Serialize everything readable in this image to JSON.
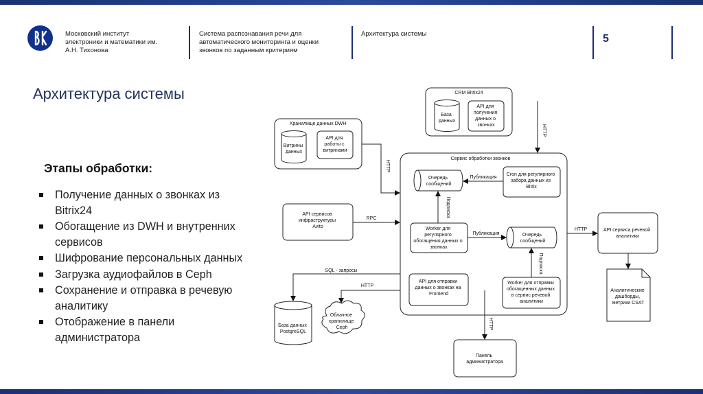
{
  "header": {
    "institute": [
      "Московский институт",
      "электроники и математики им.",
      "А.Н. Тихонова"
    ],
    "project": [
      "Система распознавания речи для",
      "автоматического мониторинга и оценки",
      "звонков по заданным критериям"
    ],
    "section": "Архитектура системы",
    "page_number": "5"
  },
  "title": "Архитектура системы",
  "stages_heading": "Этапы обработки:",
  "bullets": [
    [
      "Получение данных о звонках из",
      "Bitrix24"
    ],
    [
      "Обогащение из DWH и внутренних",
      "сервисов"
    ],
    [
      "Шифрование персональных данных"
    ],
    [
      "Загрузка аудиофайлов в Ceph"
    ],
    [
      "Сохранение и отправка в речевую",
      "аналитику"
    ],
    [
      "Отображение в панели",
      "администратора"
    ]
  ],
  "diagram": {
    "crm_label": "CRM Bitrix24",
    "crm_db": [
      "База",
      "данных"
    ],
    "crm_api": [
      "API для",
      "получения",
      "данных о",
      "звонках"
    ],
    "dwh_label": "Хранилище данных DWH",
    "dwh_marts": [
      "Витрины",
      "данных"
    ],
    "dwh_api": [
      "API для",
      "работы с",
      "витринами"
    ],
    "service_label": "Сервис обработки звонков",
    "queue1": [
      "Очередь",
      "сообщений"
    ],
    "cron": [
      "Cron для регулярного",
      "забора данных из",
      "Bitrix"
    ],
    "publish1": "Публикация",
    "subscribe1": "Подписка",
    "worker_enrich": [
      "Worker для",
      "регулярного",
      "обогащения данных о",
      "звонках"
    ],
    "publish2": "Публикация",
    "queue2": [
      "Очередь",
      "сообщений"
    ],
    "subscribe2": "Подписка",
    "worker_send": [
      "Worker для отправки",
      "обогащенных данных",
      "в сервис речевой",
      "аналитики"
    ],
    "api_frontend": [
      "API для отправки",
      "данных о звонках на",
      "Frontend"
    ],
    "infra_api": [
      "API сервисов",
      "инфраструктуры",
      "Avito"
    ],
    "rpc": "RPC",
    "http_crm": "HTTP",
    "http_dwh": "HTTP",
    "http_speech": "HTTP",
    "http_ceph": "HTTP",
    "http_panel": "HTTP",
    "sql": "SQL - запросы",
    "speech_api": [
      "API сервиса речевой",
      "аналитики"
    ],
    "dashboards": [
      "Аналитические",
      "дашборды,",
      "метрики CSAT"
    ],
    "postgres": [
      "База данных",
      "PostgreSQL"
    ],
    "ceph": [
      "Облачное",
      "хранилище",
      "Ceph"
    ],
    "admin_panel": [
      "Панель",
      "администратора"
    ]
  }
}
